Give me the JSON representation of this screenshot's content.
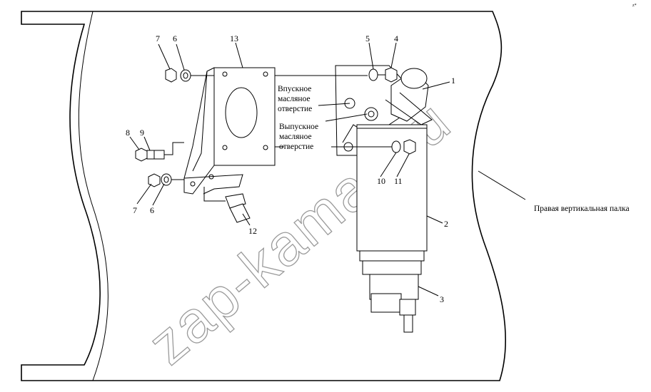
{
  "labels": {
    "inlet_line1": "Впускное",
    "inlet_line2": "масляное",
    "inlet_line3": "отверстие",
    "outlet_line1": "Выпускное",
    "outlet_line2": "масляное",
    "outlet_line3": "отверстие",
    "right_rail": "Правая вертикальная палка"
  },
  "callouts": {
    "c1": "1",
    "c2": "2",
    "c3": "3",
    "c4": "4",
    "c5": "5",
    "c6_top": "6",
    "c6_bottom": "6",
    "c7_top": "7",
    "c7_bottom": "7",
    "c8": "8",
    "c9": "9",
    "c10": "10",
    "c11": "11",
    "c12": "12",
    "c13": "13"
  },
  "watermark": "zap-kamaz.ru",
  "corner_mark": "z*"
}
